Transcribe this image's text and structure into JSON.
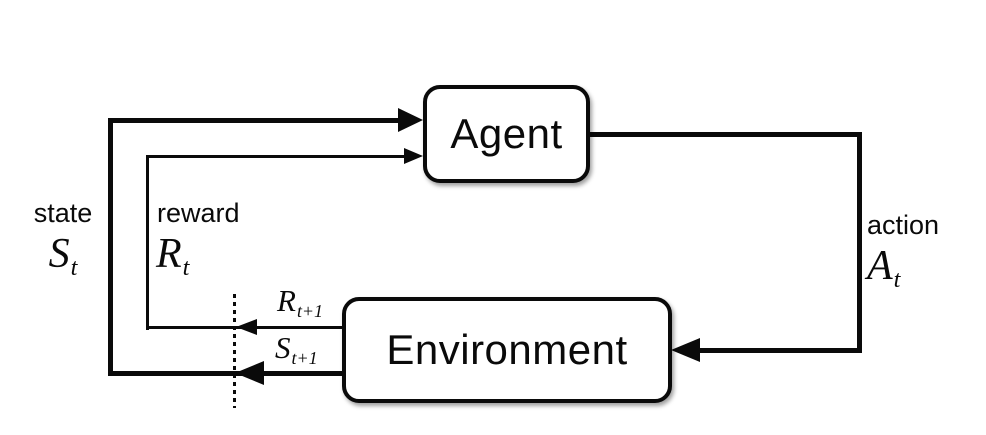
{
  "diagram": {
    "agent": {
      "label": "Agent"
    },
    "environment": {
      "label": "Environment"
    },
    "labels": {
      "state": {
        "word": "state",
        "symbol": "S",
        "subscript": "t"
      },
      "reward": {
        "word": "reward",
        "symbol": "R",
        "subscript": "t"
      },
      "action": {
        "word": "action",
        "symbol": "A",
        "subscript": "t"
      },
      "next_reward": {
        "symbol": "R",
        "subscript": "t+1"
      },
      "next_state": {
        "symbol": "S",
        "subscript": "t+1"
      }
    },
    "colors": {
      "line": "#0a0a0a",
      "background": "#ffffff"
    }
  }
}
